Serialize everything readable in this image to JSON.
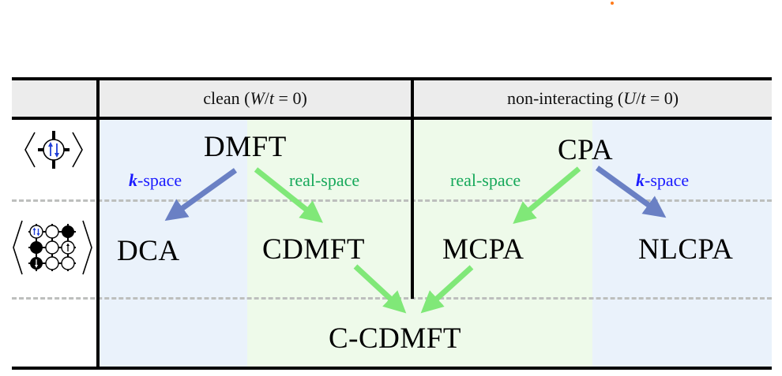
{
  "table": {
    "headers": {
      "clean": {
        "prefix": "clean (",
        "var": "W",
        "rest": "/",
        "var2": "t",
        "suffix": " = 0)"
      },
      "noninteracting": {
        "prefix": "non-interacting (",
        "var": "U",
        "rest": "/",
        "var2": "t",
        "suffix": " = 0)"
      }
    },
    "row_icons": [
      {
        "name": "single-site-impurity-icon",
        "description": "single site with up-down spin"
      },
      {
        "name": "cluster-impurity-icon",
        "description": "3x3 cluster with occupations"
      }
    ],
    "methods": {
      "dmft": "DMFT",
      "cpa": "CPA",
      "dca": "DCA",
      "cdmft": "CDMFT",
      "mcpa": "MCPA",
      "nlcpa": "NLCPA",
      "ccdmft": "C-CDMFT"
    },
    "arrow_labels": {
      "k_space_left": {
        "k": "k",
        "rest": "-space"
      },
      "real_space_left": "real-space",
      "real_space_right": "real-space",
      "k_space_right": {
        "k": "k",
        "rest": "-space"
      }
    }
  },
  "colors": {
    "k_space_arrow": "#6a80c4",
    "real_space_arrow": "#80e878",
    "k_space_text": "#1a1aff",
    "real_space_text": "#16a85a",
    "k_space_bg": "#eaf2fb",
    "real_space_bg": "#eefaea",
    "header_bg": "#ececec"
  },
  "edges": [
    {
      "from": "DMFT",
      "to": "DCA",
      "type": "k-space"
    },
    {
      "from": "DMFT",
      "to": "CDMFT",
      "type": "real-space"
    },
    {
      "from": "CPA",
      "to": "MCPA",
      "type": "real-space"
    },
    {
      "from": "CPA",
      "to": "NLCPA",
      "type": "k-space"
    },
    {
      "from": "CDMFT",
      "to": "C-CDMFT",
      "type": "real-space"
    },
    {
      "from": "MCPA",
      "to": "C-CDMFT",
      "type": "real-space"
    }
  ]
}
